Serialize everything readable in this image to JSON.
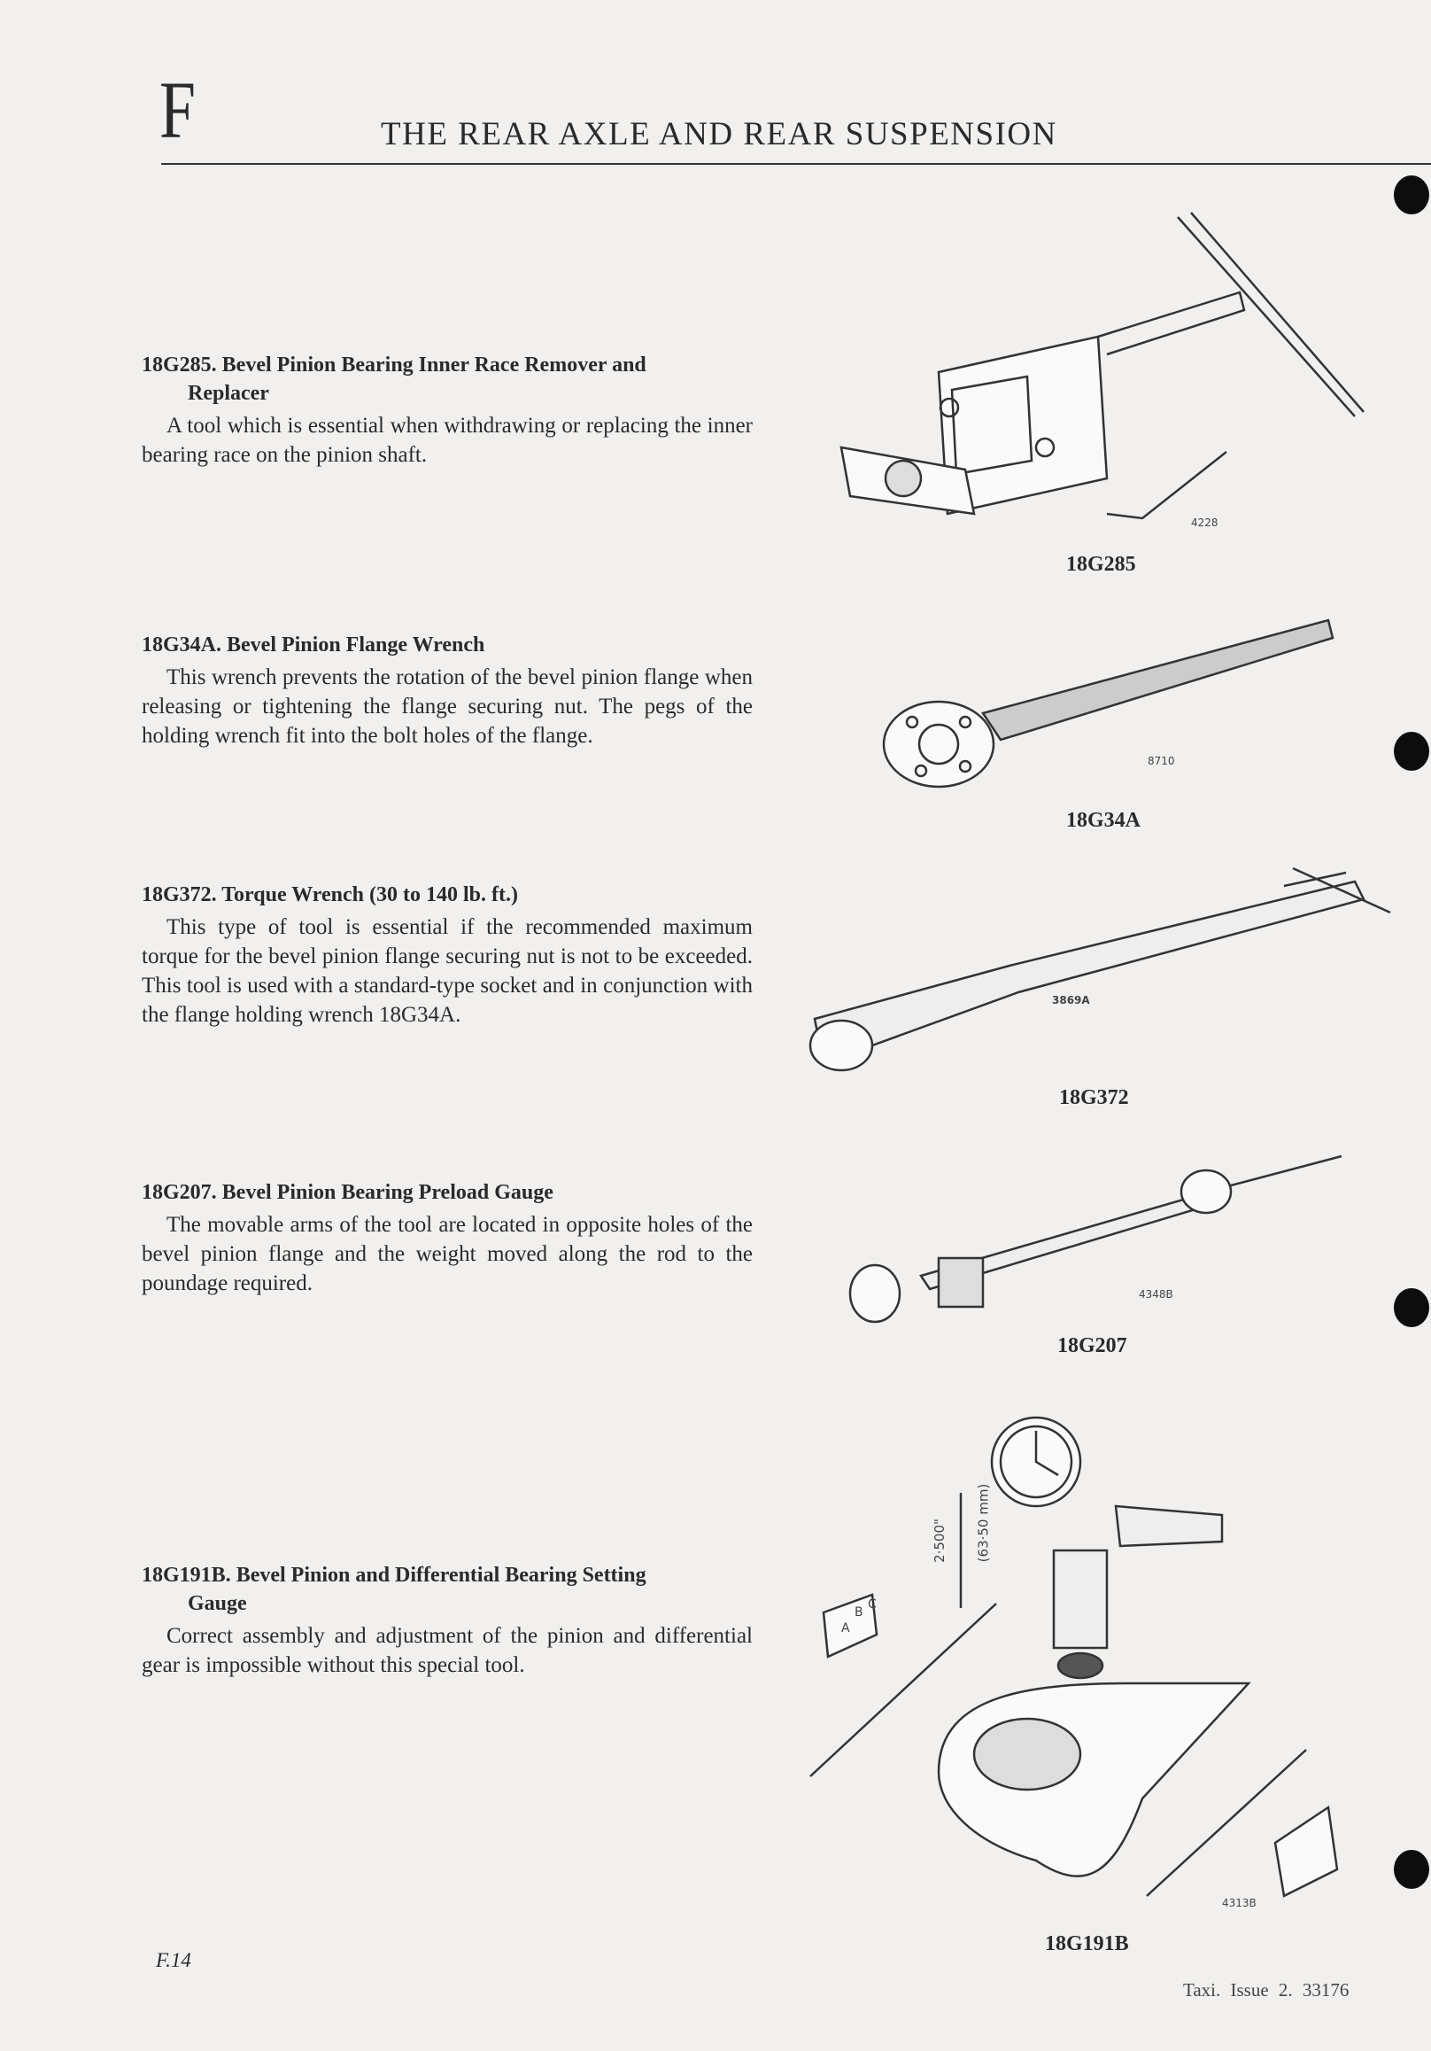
{
  "header": {
    "section_letter": "F",
    "title": "THE REAR AXLE AND REAR SUSPENSION"
  },
  "items": [
    {
      "code": "18G285.",
      "title": "Bevel Pinion Bearing Inner Race Remover and",
      "title_cont": "Replacer",
      "body": "A tool which is essential when withdrawing or replacing the inner bearing race on the pinion shaft.",
      "caption": "18G285",
      "fig_number": "4228"
    },
    {
      "code": "18G34A.",
      "title": "Bevel Pinion Flange Wrench",
      "title_cont": "",
      "body": "This wrench prevents the rotation of the bevel pinion flange when releasing or tightening the flange securing nut. The pegs of the holding wrench fit into the bolt holes of the flange.",
      "caption": "18G34A",
      "fig_number": "8710"
    },
    {
      "code": "18G372.",
      "title": "Torque Wrench (30 to 140 lb. ft.)",
      "title_cont": "",
      "body": "This type of tool is essential if the recommended maximum torque for the bevel pinion flange securing nut is not to be exceeded. This tool is used with a standard-type socket and in conjunction with the flange holding wrench 18G34A.",
      "caption": "18G372",
      "fig_number": "3869A"
    },
    {
      "code": "18G207.",
      "title": "Bevel Pinion Bearing Preload Gauge",
      "title_cont": "",
      "body": "The movable arms of the tool are located in opposite holes of the bevel pinion flange and the weight moved along the rod to the poundage required.",
      "caption": "18G207",
      "fig_number": "4348B"
    },
    {
      "code": "18G191B.",
      "title": "Bevel Pinion and Differential Bearing Setting",
      "title_cont": "Gauge",
      "body": "Correct assembly and adjustment of the pinion and differential gear is impossible without this special tool.",
      "caption": "18G191B",
      "fig_number": "4313B",
      "dimension_in": "2·500\"",
      "dimension_mm": "(63·50 mm)",
      "block_labels": [
        "A",
        "B",
        "C"
      ]
    }
  ],
  "footer": {
    "page_number": "F.14",
    "issue": "Taxi.  Issue 2.  33176"
  }
}
